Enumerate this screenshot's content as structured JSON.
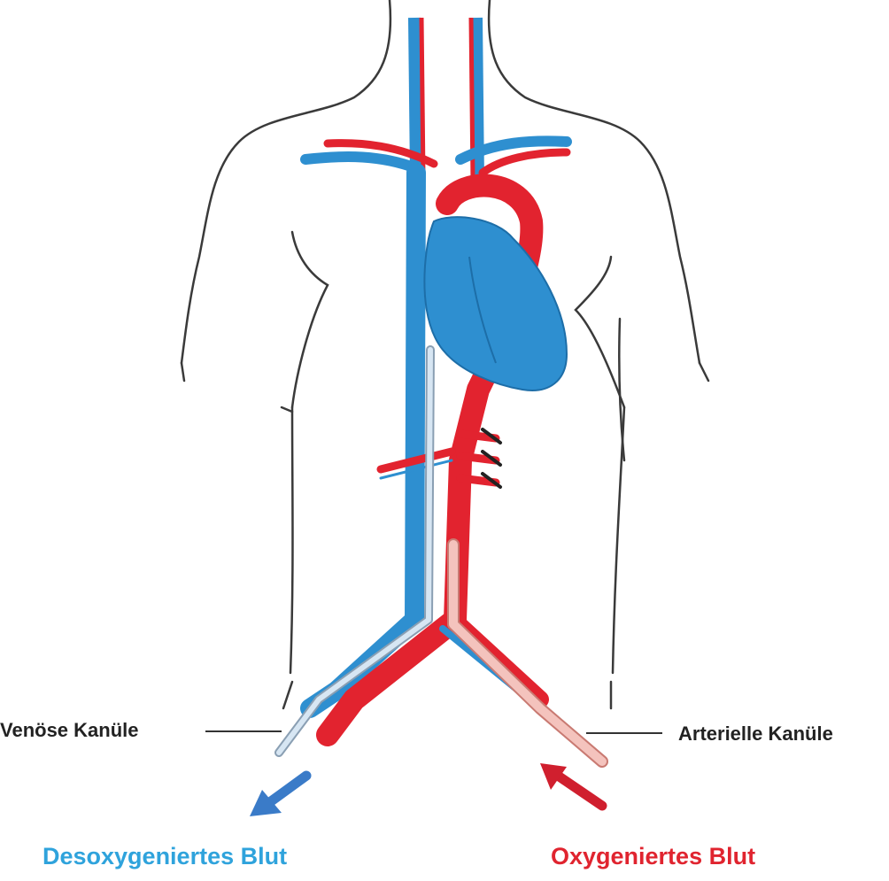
{
  "labels": {
    "venous_cannula": "Venöse Kanüle",
    "arterial_cannula": "Arterielle Kanüle",
    "deoxygenated_blood": "Desoxygeniertes Blut",
    "oxygenated_blood": "Oxygeniertes Blut"
  },
  "colors": {
    "venous_blue": "#2e8fd0",
    "arterial_red": "#e2232f",
    "deoxy_text": "#2fa3dc",
    "oxy_text": "#e0242f",
    "arrow_blue": "#3a7bc8",
    "arrow_red": "#d01f2e",
    "venous_cannula": "#d7e6f3",
    "arterial_cannula": "#f4c3bd",
    "outline": "#333333"
  }
}
